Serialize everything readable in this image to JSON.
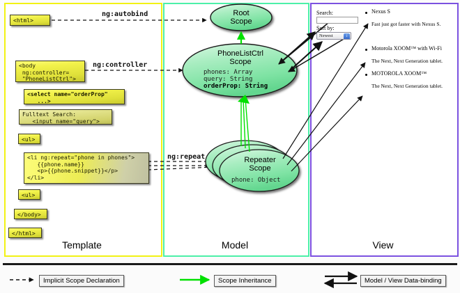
{
  "panels": {
    "template": {
      "label": "Template",
      "border_color": "#f2f214"
    },
    "model": {
      "label": "Model",
      "border_color": "#4cf0a8"
    },
    "view": {
      "label": "View",
      "border_color": "#7b52e0"
    }
  },
  "template": {
    "boxes": [
      {
        "name": "html-open-tag",
        "text": "<html>"
      },
      {
        "name": "body-controller-tag",
        "text": "<body\n ng:controller=\n \"PhoneListCtrl\">"
      },
      {
        "name": "select-orderprop-tag",
        "text": "<select name=\"orderProp\"\n   ...>"
      },
      {
        "name": "fulltext-search-input",
        "text": "Fulltext Search:\n   <input name=\"query\">"
      },
      {
        "name": "ul-open-tag",
        "text": "<ul>"
      },
      {
        "name": "li-ngrepeat-tag",
        "text": "<li ng:repeat=\"phone in phones\">\n   {{phone.name}}\n   <p>{{phone.snippet}}</p>\n</li>"
      },
      {
        "name": "ul-close-tag",
        "text": "<ul>"
      },
      {
        "name": "body-close-tag",
        "text": "</body>"
      },
      {
        "name": "html-close-tag",
        "text": "</html>"
      }
    ]
  },
  "captions": {
    "autobind": "ng:autobind",
    "controller": "ng:controller",
    "repeat": "ng:repeat"
  },
  "model": {
    "root_scope": {
      "title": "Root\nScope",
      "props": ""
    },
    "phonelistctrl_scope": {
      "title": "PhoneListCtrl\nScope",
      "prop1": "phones: Array",
      "prop2": "query: String",
      "prop3": "orderProp: String"
    },
    "repeater_scope": {
      "title": "Repeater\nScope",
      "props": "phone: Object"
    }
  },
  "view": {
    "search_label": "Search:",
    "search_value": "",
    "sort_label": "Sort by:",
    "sort_selected": "Newest",
    "phones": [
      {
        "name": "Nexus S",
        "snippet": "Fast just got faster with Nexus S."
      },
      {
        "name": "Motorola XOOM™ with Wi-Fi",
        "snippet": "The Next, Next Generation tablet."
      },
      {
        "name": "MOTOROLA XOOM™",
        "snippet": "The Next, Next Generation tablet."
      }
    ]
  },
  "legend": {
    "implicit": "Implicit Scope Declaration",
    "inheritance": "Scope Inheritance",
    "databinding": "Model / View Data-binding",
    "inheritance_color": "#00e000"
  }
}
